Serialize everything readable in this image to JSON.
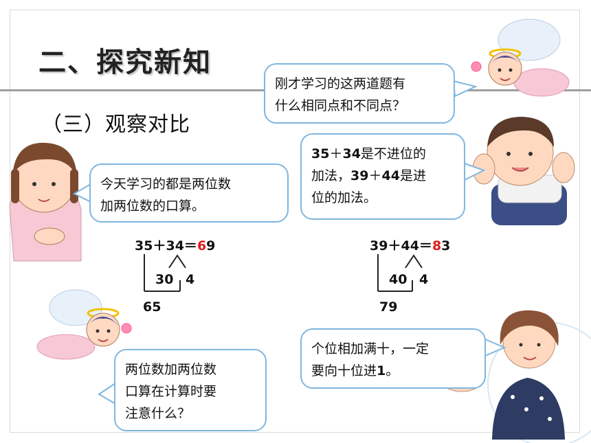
{
  "title": "二、探究新知",
  "subtitle": "（三）观察对比",
  "bubbles": {
    "angel_top": {
      "line1": "刚才学习的这两道题有",
      "line2": "什么相同点和不同点？"
    },
    "girl": {
      "line1": "今天学习的都是两位数",
      "line2": "加两位数的口算。"
    },
    "boy": {
      "line1_a": "35",
      "line1_b": "＋",
      "line1_c": "34",
      "line1_d": "是不进位的",
      "line2_a": "加法，",
      "line2_b": "39",
      "line2_c": "＋",
      "line2_d": "44",
      "line2_e": "是进",
      "line3": "位的加法。"
    },
    "angel_bottom": {
      "line1": "两位数加两位数",
      "line2": "口算在计算时要",
      "line3": "注意什么？"
    },
    "teacher": {
      "line1": "个位相加满十，一定",
      "line2": "要向十位进",
      "line2_num": "1",
      "line2_end": "。"
    }
  },
  "calc1": {
    "a": "35",
    "plus": "＋",
    "b": "34",
    "equals": "＝",
    "result_tens": "6",
    "result_ones": "9",
    "split_tens": "30",
    "split_ones": "4",
    "partial": "65"
  },
  "calc2": {
    "a": "39",
    "plus": "＋",
    "b": "44",
    "equals": "＝",
    "result_tens": "8",
    "result_ones": "3",
    "split_tens": "40",
    "split_ones": "4",
    "partial": "79"
  },
  "colors": {
    "bubble_border": "#7fb6df",
    "highlight": "#e21b1b"
  }
}
